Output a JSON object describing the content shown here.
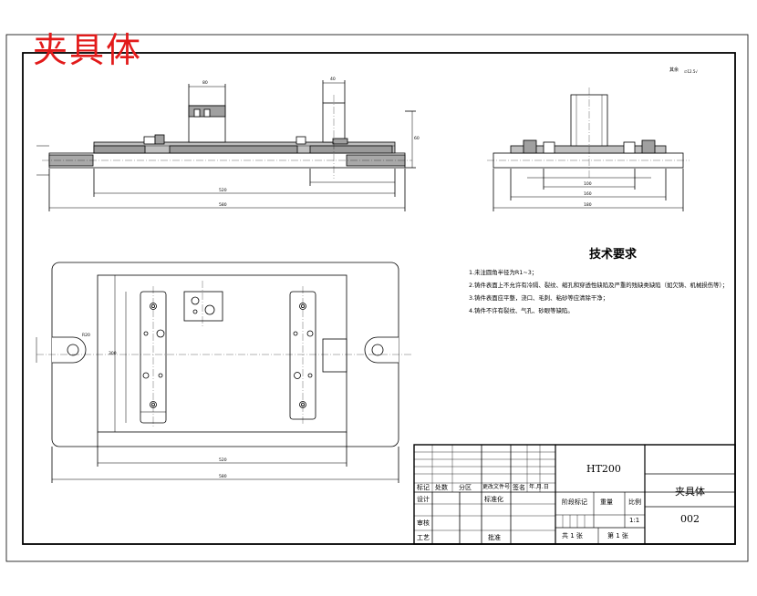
{
  "drawing_title": "夹具体",
  "technical_requirements": {
    "heading": "技术要求",
    "items": [
      "1.未注圆角半径为R1~3；",
      "2.铸件表面上不允许有冷隔、裂纹、缩孔和穿透性缺陷及严重的残缺类缺陷（如欠铸、机械损伤等）；",
      "3.铸件表面应平整，浇口、毛刺、粘砂等应清除干净；",
      "4.铸件不许有裂纹、气孔、砂眼等缺陷。"
    ]
  },
  "title_block": {
    "material": "HT200",
    "part_name": "夹具体",
    "drawing_no": "002",
    "row_labels": [
      "标记",
      "处数",
      "分区",
      "更改文件号",
      "签名",
      "年.月.日"
    ],
    "design": "设计",
    "standardization": "标准化",
    "review": "审核",
    "process": "工艺",
    "approve": "批准",
    "stage_mark": "阶段标记",
    "weight": "重量",
    "scale_label": "比例",
    "scale": "1:1",
    "sheets_total": "共 1 张",
    "sheet_no": "第 1 张"
  },
  "dimensions": {
    "front_overall": "580",
    "front_inner": "520",
    "front_height": "60",
    "front_top_width": "80",
    "front_boss": "40",
    "side_overall": "180",
    "side_inner": "160",
    "side_middle": "100",
    "plan_overall": "580",
    "plan_inner": "520",
    "plan_height": "300",
    "plan_slot": "R20"
  },
  "legend_note": "其余"
}
